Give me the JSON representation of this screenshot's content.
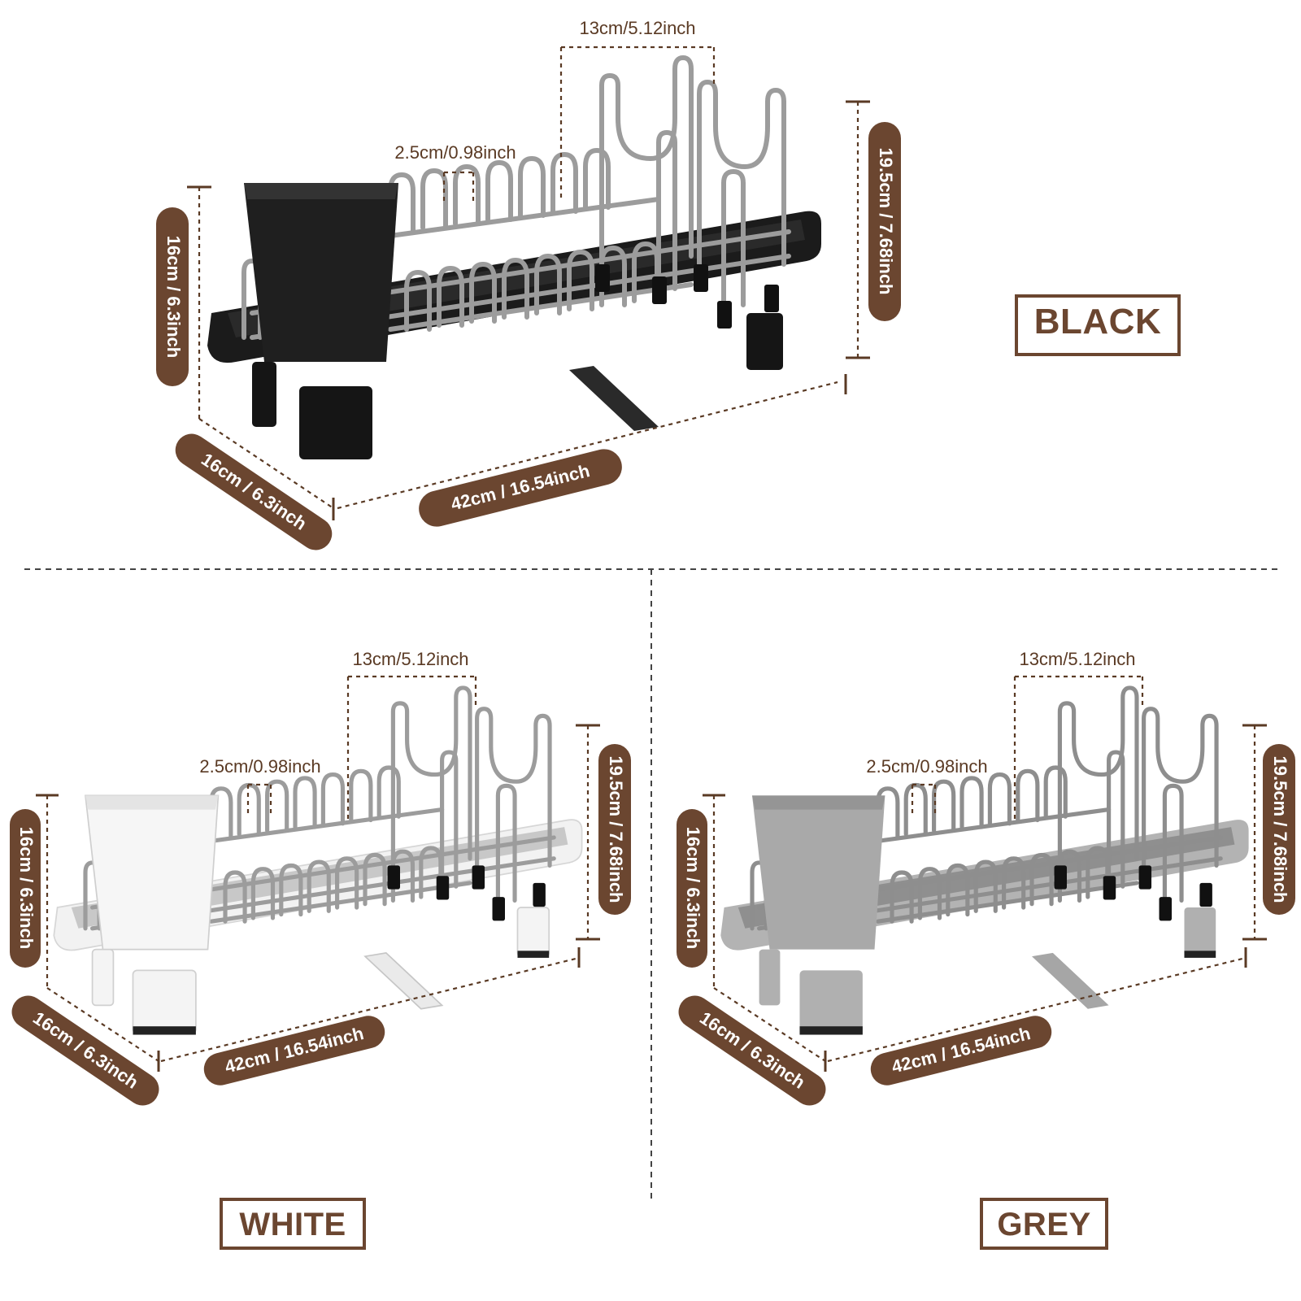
{
  "colors": {
    "accent_brown": "#6b4630",
    "dimension_brown": "#5a3a24",
    "black_variant": "#1b1b1b",
    "white_variant": "#f2f2f2",
    "grey_variant": "#a9a9a9",
    "rack_wire": "#9c9c9c"
  },
  "variants": [
    {
      "name": "BLACK",
      "dimensions": {
        "holder_width": "13cm/5.12inch",
        "slot_gap": "2.5cm/0.98inch",
        "height": "19.5cm / 7.68inch",
        "side_height": "16cm / 6.3inch",
        "depth": "16cm / 6.3inch",
        "length": "42cm / 16.54inch"
      }
    },
    {
      "name": "WHITE",
      "dimensions": {
        "holder_width": "13cm/5.12inch",
        "slot_gap": "2.5cm/0.98inch",
        "height": "19.5cm / 7.68inch",
        "side_height": "16cm / 6.3inch",
        "depth": "16cm / 6.3inch",
        "length": "42cm / 16.54inch"
      }
    },
    {
      "name": "GREY",
      "dimensions": {
        "holder_width": "13cm/5.12inch",
        "slot_gap": "2.5cm/0.98inch",
        "height": "19.5cm / 7.68inch",
        "side_height": "16cm / 6.3inch",
        "depth": "16cm / 6.3inch",
        "length": "42cm / 16.54inch"
      }
    }
  ]
}
